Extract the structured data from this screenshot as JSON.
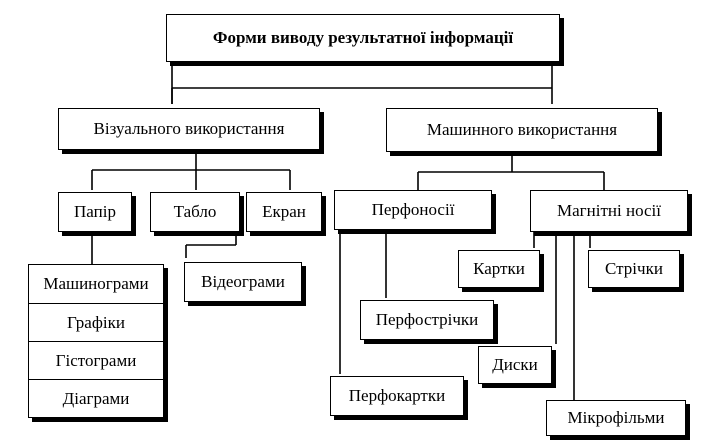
{
  "root": "Форми виводу результатної інформації",
  "visual": {
    "title": "Візуального використання",
    "paper": "Папір",
    "tablo": "Табло",
    "screen": "Екран",
    "paper_children": [
      "Машинограми",
      "Графіки",
      "Гістограми",
      "Діаграми"
    ],
    "screen_children": [
      "Відеограми"
    ]
  },
  "machine": {
    "title": "Машинного використання",
    "perfo": "Перфоносії",
    "magnetic": "Магнітні носії",
    "perfo_children": [
      "Перфострічки",
      "Перфокартки"
    ],
    "magnetic_children": [
      "Картки",
      "Стрічки",
      "Диски",
      "Мікрофільми"
    ]
  }
}
